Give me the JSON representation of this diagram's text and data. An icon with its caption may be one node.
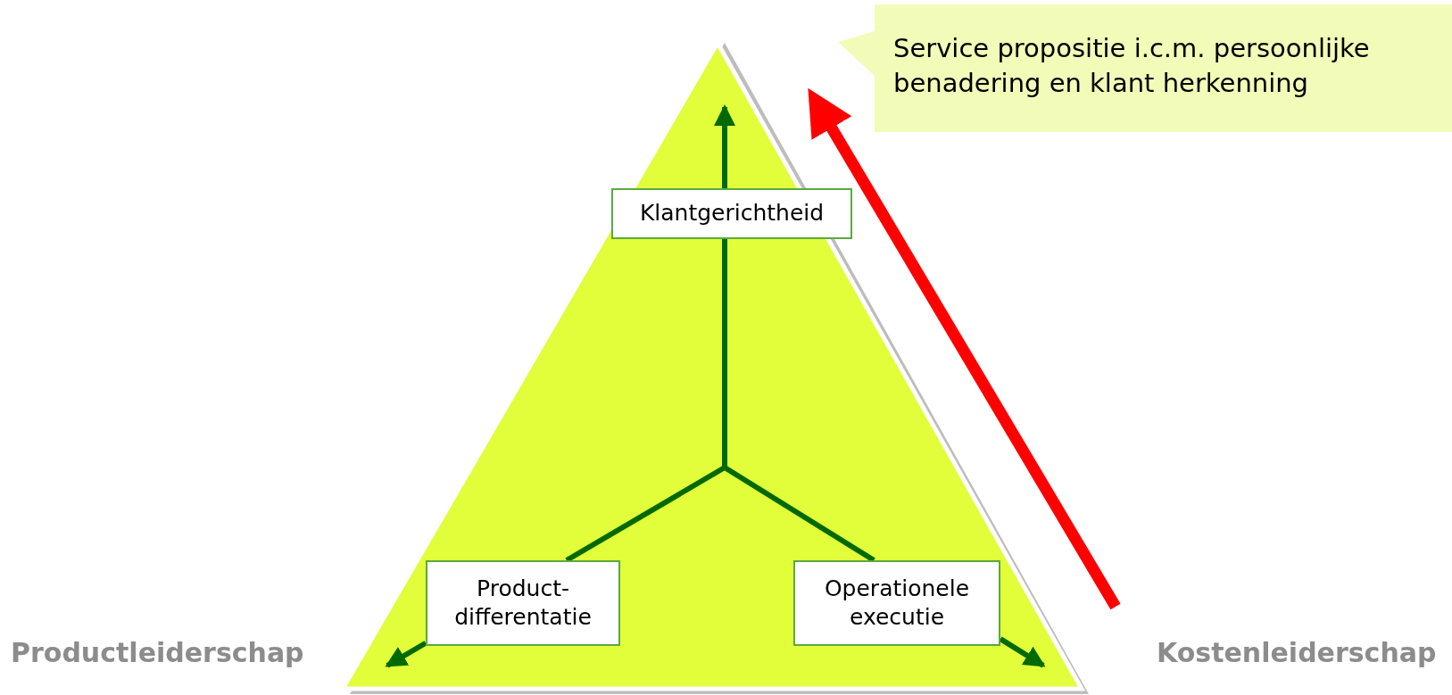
{
  "diagram": {
    "nodes": [
      {
        "text": [],
        "shape": "triangle"
      },
      {
        "text": [
          "Klantgerichtheid"
        ],
        "in": 0
      },
      {
        "text": [
          "Product- differentatie"
        ],
        "in": 0
      },
      {
        "text": [
          "Operationele executie"
        ],
        "in": 0
      },
      {
        "text": [
          "Service propositie i.c.m. persoonlijke benadering en klant herkenning"
        ]
      }
    ],
    "edges": [
      {
        "from": null,
        "to": 1,
        "arrow": "none"
      },
      {
        "from": 1,
        "to": null,
        "arrow": "to"
      },
      {
        "from": null,
        "to": 2,
        "arrow": "none"
      },
      {
        "from": 2,
        "to": null,
        "arrow": "to"
      },
      {
        "from": null,
        "to": 3,
        "arrow": "none"
      },
      {
        "from": 3,
        "to": null,
        "arrow": "to"
      }
    ],
    "labels": [
      "Productleiderschap",
      "Kostenleiderschap"
    ]
  }
}
